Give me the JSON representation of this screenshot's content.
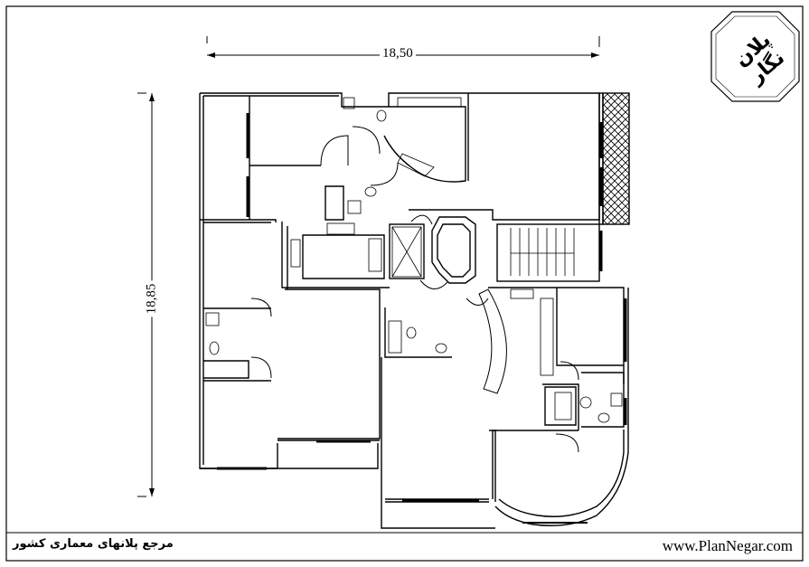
{
  "dimensions": {
    "width_label": "18,50",
    "height_label": "18,85"
  },
  "footer": {
    "website": "www.PlanNegar.com",
    "caption": "مرجع پلانهای معماری کشور"
  },
  "logo": {
    "text": "پلان نگار",
    "icon": "octagon-logo-icon"
  }
}
